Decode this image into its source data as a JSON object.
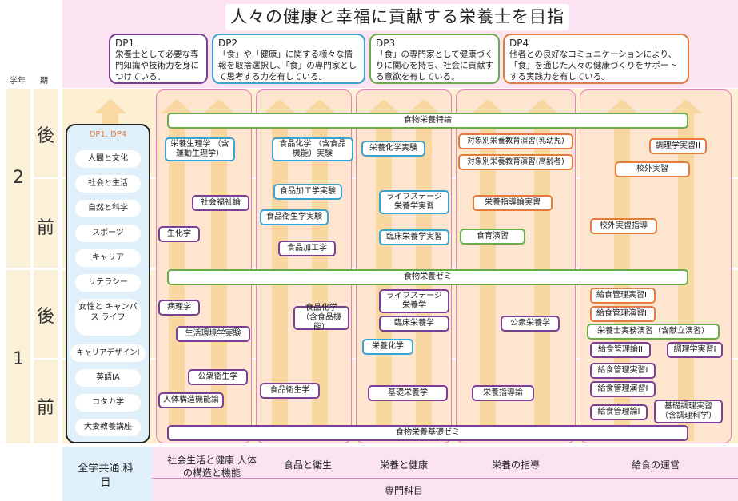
{
  "title": "人々の健康と幸福に貢献する栄養士を目指す",
  "dps": [
    {
      "label": "DP1",
      "text": "栄養士として必要な専門知識や技術力を身につけている。"
    },
    {
      "label": "DP2",
      "text": "「食」や「健康」に関する様々な情報を取捨選択し、「食」の専門家として思考する力を有している。"
    },
    {
      "label": "DP3",
      "text": "「食」の専門家として健康づくりに関心を持ち、社会に貢献する意欲を有している。"
    },
    {
      "label": "DP4",
      "text": "他者との良好なコミュニケーションにより、「食」を通じた人々の健康づくりをサポートする実践力を有している。"
    }
  ],
  "headers": {
    "year": "学年",
    "term": "期"
  },
  "years": [
    "2",
    "1"
  ],
  "terms": [
    "後",
    "前",
    "後",
    "前"
  ],
  "general": {
    "dp_label": "DP1, DP4",
    "items": [
      "人間と文化",
      "社会と生活",
      "自然と科学",
      "スポーツ",
      "キャリア",
      "リテラシー",
      "女性と キャンパス ライフ",
      "キャリアデザインI",
      "英語IA",
      "コタカ学",
      "大妻教養講座"
    ]
  },
  "bars": {
    "top": "食物栄養特論",
    "mid": "食物栄養ゼミ",
    "bottom": "食物栄養基礎ゼミ"
  },
  "courses": [
    "栄養生理学 （含運動生理学）",
    "社会福祉論",
    "生化学",
    "病理学",
    "生活環境学実験",
    "公衆衛生学",
    "人体構造機能論",
    "食品化学 （含食品機能）実験",
    "食品加工学実験",
    "食品衛生学実験",
    "食品加工学",
    "食品化学 （含食品機能）",
    "食品衛生学",
    "栄養化学実験",
    "ライフステージ 栄養学実習",
    "臨床栄養学実習",
    "ライフステージ 栄養学",
    "臨床栄養学",
    "栄養化学",
    "基礎栄養学",
    "対象別栄養教育演習(乳幼児)",
    "対象別栄養教育演習(高齢者)",
    "栄養指導論実習",
    "食育演習",
    "公衆栄養学",
    "栄養指導論",
    "調理学実習II",
    "校外実習",
    "校外実習指導",
    "給食管理実習II",
    "給食管理演習II",
    "栄養士実務演習（含献立演習）",
    "給食管理論II",
    "調理学実習I",
    "給食管理実習I",
    "給食管理演習I",
    "給食管理論I",
    "基礎調理実習 （含調理科学）"
  ],
  "bottom": {
    "general_label": "全学共通 科目",
    "categories": [
      "社会生活と健康 人体の構造と機能",
      "食品と衛生",
      "栄養と健康",
      "栄養の指導",
      "給食の運営"
    ],
    "specialty_label": "専門科目"
  },
  "colors": {
    "purple": "#7b3f94",
    "blue": "#3ba3cf",
    "green": "#6aaa48",
    "orange": "#e37c3d",
    "pink": "#fbe3f1"
  }
}
